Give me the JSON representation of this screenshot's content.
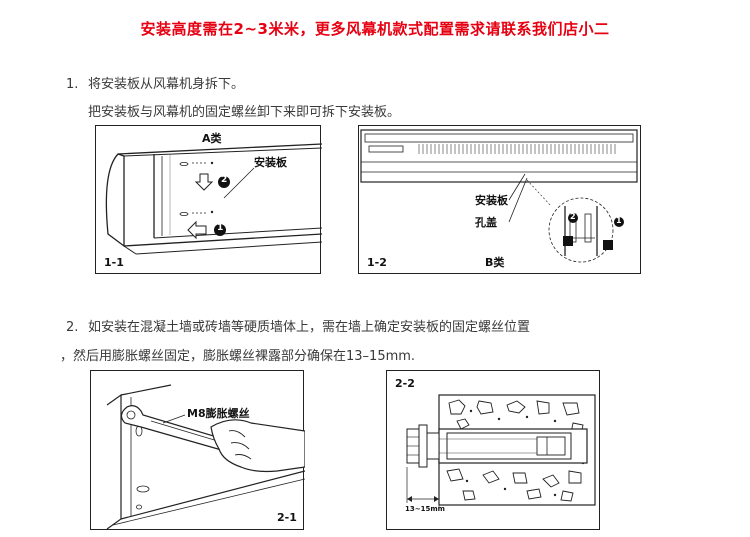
{
  "header": {
    "banner": "安装高度需在2~3米米，更多风幕机款式配置需求请联系我们店小二"
  },
  "step1": {
    "number": "1.",
    "title": "将安装板从风幕机身拆下。",
    "detail": "把安装板与风幕机的固定螺丝卸下来即可拆下安装板。"
  },
  "step2": {
    "number": "2.",
    "line1": "如安装在混凝土墙或砖墙等硬质墙体上，需在墙上确定安装板的固定螺丝位置",
    "line2": "，然后用膨胀螺丝固定，膨胀螺丝裸露部分确保在13–15mm."
  },
  "figure_1_1": {
    "label": "1-1",
    "type_label": "A类",
    "plate_label": "安装板",
    "marker_1": "1",
    "marker_2": "2"
  },
  "figure_1_2": {
    "label": "1-2",
    "type_label": "B类",
    "plate_label": "安装板",
    "hole_label": "孔盖",
    "marker_1": "1",
    "marker_2": "2"
  },
  "figure_2_1": {
    "label": "2-1",
    "bolt_label": "M8膨胀螺丝"
  },
  "figure_2_2": {
    "label": "2-2",
    "dimension": "13~15mm"
  },
  "colors": {
    "accent": "#e60012",
    "text": "#3a3a3a",
    "line": "#222222"
  }
}
